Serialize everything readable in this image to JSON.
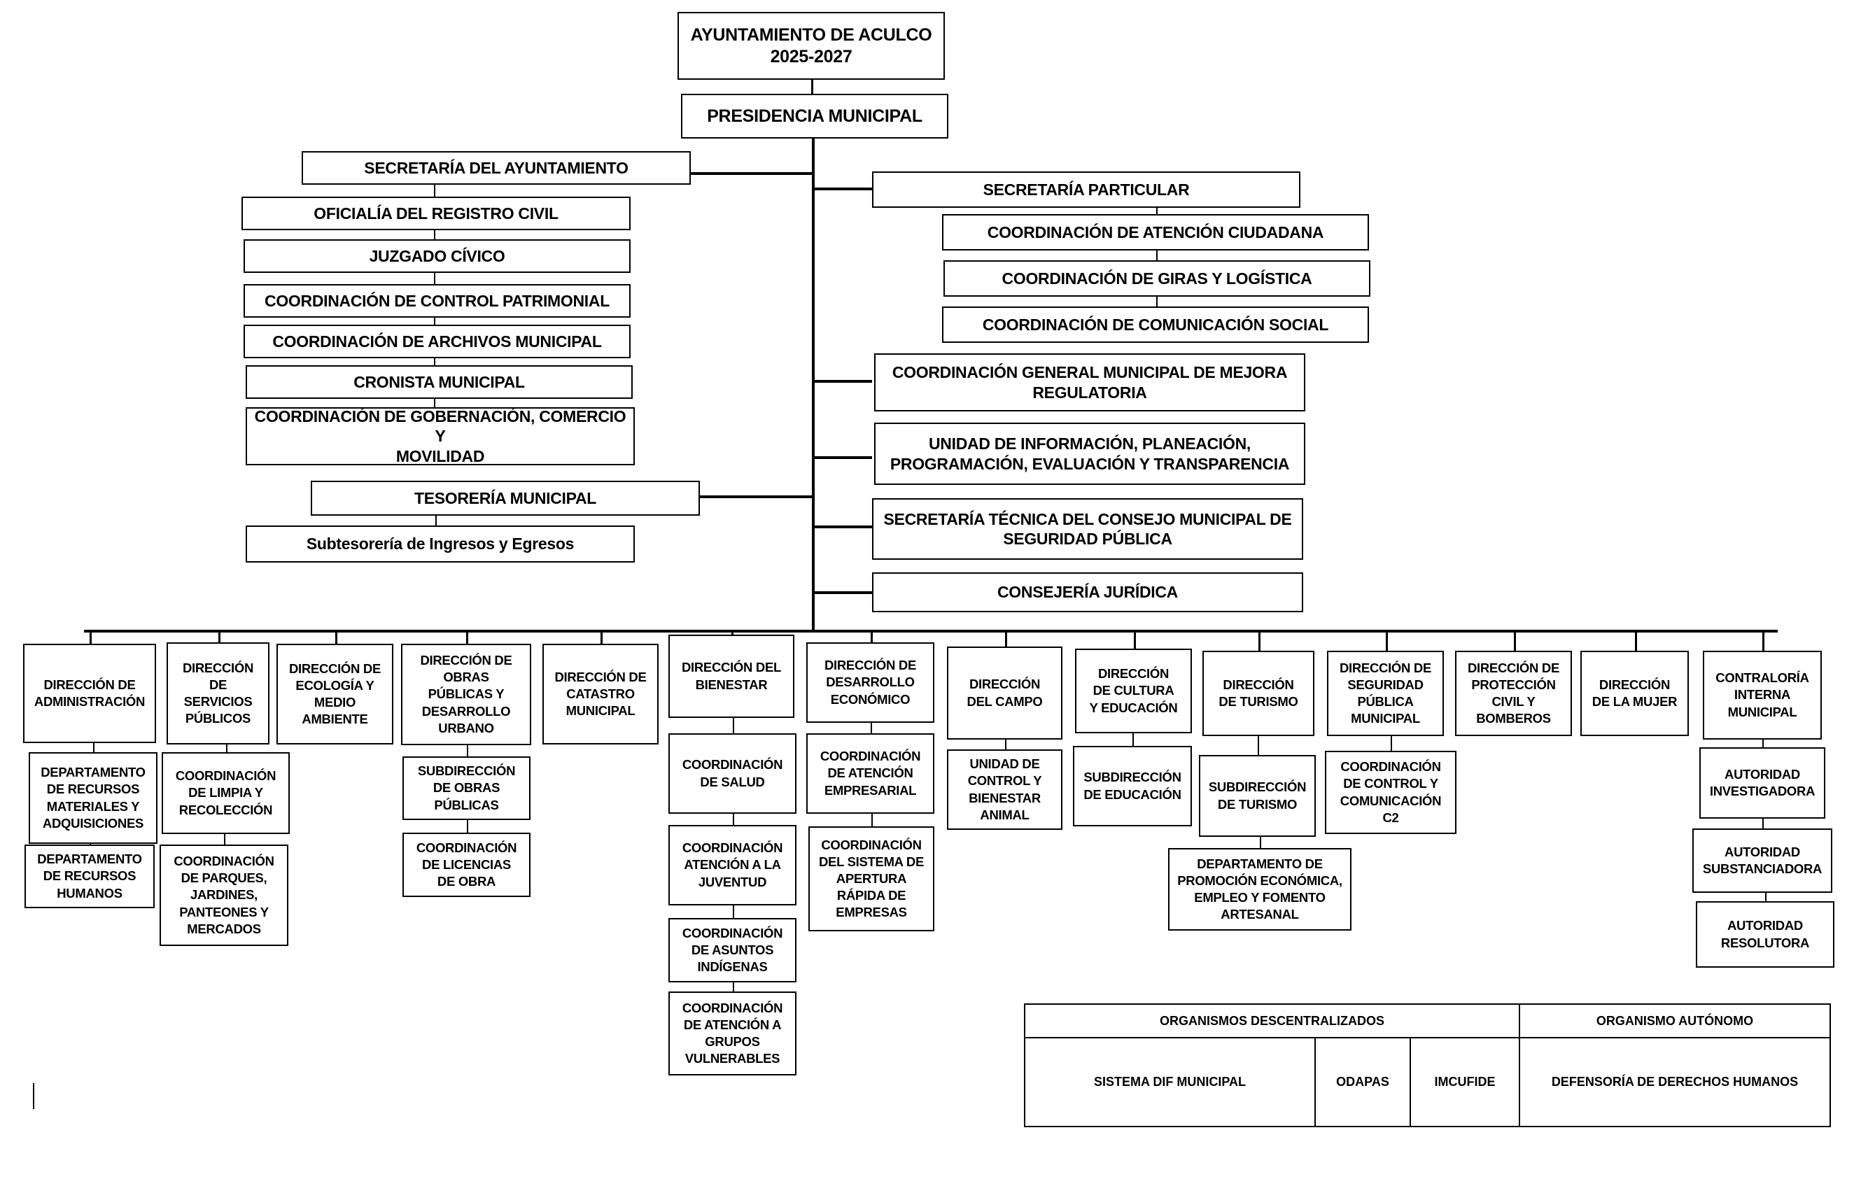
{
  "root": {
    "title": "AYUNTAMIENTO DE ACULCO\n2025-2027",
    "presidencia": "PRESIDENCIA MUNICIPAL"
  },
  "left_column": {
    "secretaria_ayuntamiento": "SECRETARÍA DEL AYUNTAMIENTO",
    "items": [
      "OFICIALÍA DEL REGISTRO CIVIL",
      "JUZGADO CÍVICO",
      "COORDINACIÓN DE CONTROL PATRIMONIAL",
      "COORDINACIÓN DE ARCHIVOS MUNICIPAL",
      "CRONISTA MUNICIPAL",
      "COORDINACIÓN DE GOBERNACIÓN, COMERCIO Y\nMOVILIDAD"
    ],
    "tesoreria": "TESORERÍA MUNICIPAL",
    "subtesoreria": "Subtesorería de Ingresos y Egresos"
  },
  "right_column": {
    "secretaria_particular": "SECRETARÍA PARTICULAR",
    "sp_items": [
      "COORDINACIÓN DE ATENCIÓN CIUDADANA",
      "COORDINACIÓN DE GIRAS Y LOGÍSTICA",
      "COORDINACIÓN DE COMUNICACIÓN SOCIAL"
    ],
    "others": [
      "COORDINACIÓN GENERAL MUNICIPAL DE MEJORA\nREGULATORIA",
      "UNIDAD DE INFORMACIÓN, PLANEACIÓN,\nPROGRAMACIÓN, EVALUACIÓN Y TRANSPARENCIA",
      "SECRETARÍA TÉCNICA DEL CONSEJO MUNICIPAL DE\nSEGURIDAD PÚBLICA",
      "CONSEJERÍA JURÍDICA"
    ]
  },
  "direcciones": [
    {
      "name": "DIRECCIÓN DE\nADMINISTRACIÓN",
      "subs": [
        "DEPARTAMENTO\nDE RECURSOS\nMATERIALES Y\nADQUISICIONES",
        "DEPARTAMENTO\nDE RECURSOS\nHUMANOS"
      ]
    },
    {
      "name": "DIRECCIÓN\nDE\nSERVICIOS\nPÚBLICOS",
      "subs": [
        "COORDINACIÓN\nDE LIMPIA Y\nRECOLECCIÓN",
        "COORDINACIÓN\nDE PARQUES,\nJARDINES,\nPANTEONES Y\nMERCADOS"
      ]
    },
    {
      "name": "DIRECCIÓN DE\nECOLOGÍA Y\nMEDIO\nAMBIENTE",
      "subs": []
    },
    {
      "name": "DIRECCIÓN DE\nOBRAS\nPÚBLICAS Y\nDESARROLLO\nURBANO",
      "subs": [
        "SUBDIRECCIÓN\nDE OBRAS\nPÚBLICAS",
        "COORDINACIÓN\nDE LICENCIAS\nDE OBRA"
      ]
    },
    {
      "name": "DIRECCIÓN DE\nCATASTRO\nMUNICIPAL",
      "subs": []
    },
    {
      "name": "DIRECCIÓN DEL\nBIENESTAR",
      "subs": [
        "COORDINACIÓN\nDE SALUD",
        "COORDINACIÓN\nATENCIÓN A LA\nJUVENTUD",
        "COORDINACIÓN\nDE ASUNTOS\nINDÍGENAS",
        "COORDINACIÓN\nDE ATENCIÓN A\nGRUPOS\nVULNERABLES"
      ]
    },
    {
      "name": "DIRECCIÓN DE\nDESARROLLO\nECONÓMICO",
      "subs": [
        "COORDINACIÓN\nDE ATENCIÓN\nEMPRESARIAL",
        "COORDINACIÓN\nDEL SISTEMA DE\nAPERTURA\nRÁPIDA DE\nEMPRESAS"
      ]
    },
    {
      "name": "DIRECCIÓN\nDEL CAMPO",
      "subs": [
        "UNIDAD DE\nCONTROL Y\nBIENESTAR\nANIMAL"
      ]
    },
    {
      "name": "DIRECCIÓN\nDE CULTURA\nY EDUCACIÓN",
      "subs": [
        "SUBDIRECCIÓN\nDE EDUCACIÓN"
      ]
    },
    {
      "name": "DIRECCIÓN\nDE TURISMO",
      "subs": [
        "SUBDIRECCIÓN\nDE TURISMO",
        "DEPARTAMENTO DE\nPROMOCIÓN ECONÓMICA,\nEMPLEO Y FOMENTO\nARTESANAL"
      ]
    },
    {
      "name": "DIRECCIÓN DE\nSEGURIDAD\nPÚBLICA\nMUNICIPAL",
      "subs": [
        "COORDINACIÓN\nDE CONTROL Y\nCOMUNICACIÓN\nC2"
      ]
    },
    {
      "name": "DIRECCIÓN DE\nPROTECCIÓN\nCIVIL Y\nBOMBEROS",
      "subs": []
    },
    {
      "name": "DIRECCIÓN\nDE LA MUJER",
      "subs": []
    },
    {
      "name": "CONTRALORÍA\nINTERNA\nMUNICIPAL",
      "subs": [
        "AUTORIDAD\nINVESTIGADORA",
        "AUTORIDAD\nSUBSTANCIADORA",
        "AUTORIDAD\nRESOLUTORA"
      ]
    }
  ],
  "organismos": {
    "descentralizados_header": "ORGANISMOS DESCENTRALIZADOS",
    "autonomo_header": "ORGANISMO AUTÓNOMO",
    "descentralizados": [
      "SISTEMA DIF MUNICIPAL",
      "ODAPAS",
      "IMCUFIDE"
    ],
    "autonomo": "DEFENSORÍA DE DERECHOS HUMANOS"
  }
}
